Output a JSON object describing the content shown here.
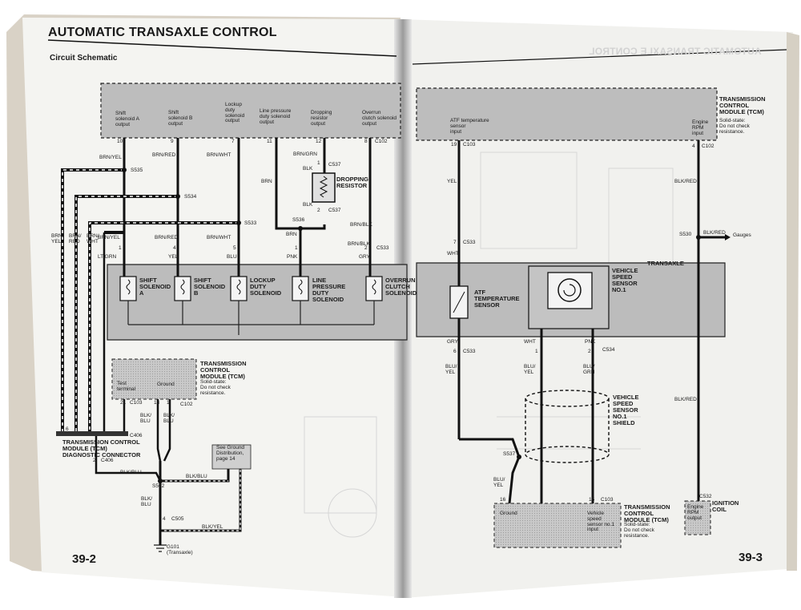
{
  "left_page": {
    "title": "AUTOMATIC TRANSAXLE CONTROL",
    "subtitle": "Circuit Schematic",
    "page_number": "39-2",
    "module_outputs": [
      "Shift\nsolenoid A\noutput",
      "Shift\nsolenoid B\noutput",
      "Lockup\nduty\nsolenoid\noutput",
      "Line pressure\nduty solenoid\noutput",
      "Dropping\nresistor\noutput",
      "Overrun\nclutch solenoid\noutput"
    ],
    "pin_numbers": [
      "10",
      "9",
      "7",
      "11",
      "12",
      "8"
    ],
    "connector_c102": "C102",
    "wire_labels": {
      "brn_yel": "BRN/YEL",
      "brn_red": "BRN/RED",
      "brn_wht": "BRN/WHT",
      "brn": "BRN",
      "brn_grn": "BRN/GRN",
      "blk": "BLK",
      "blk2": "BLK",
      "brn_blk": "BRN/BLK",
      "brn_yel2": "BRN/YEL",
      "brn_red2": "BRN/RED",
      "brn_wht2": "BRN/WHT",
      "brn2": "BRN",
      "brn_blk2": "BRN/BLK",
      "brn_yel_side": "BRN/\nYEL",
      "brn_red_side": "BRN/\nRED",
      "brn_wht_side": "BRN/\nWHT",
      "lt_grn": "LT GRN",
      "yel": "YEL",
      "blu": "BLU",
      "pnk": "PNK",
      "gry": "GRY"
    },
    "splices": [
      "S535",
      "S534",
      "S533",
      "S536"
    ],
    "connector_c537_a": "C537",
    "connector_c537_b": "C537",
    "c537_pin1": "1",
    "c537_pin2": "2",
    "dropping_resistor": "DROPPING\nRESISTOR",
    "solenoid_pins": [
      "1",
      "4",
      "5",
      "1",
      "2"
    ],
    "connector_c533": "C533",
    "solenoids": [
      "SHIFT\nSOLENOID\nA",
      "SHIFT\nSOLENOID\nB",
      "LOCKUP\nDUTY\nSOLENOID",
      "LINE\nPRESSURE\nDUTY\nSOLENOID",
      "OVERRUN\nCLUTCH\nSOLENOID"
    ],
    "tcm_box": {
      "title": "TRANSMISSION\nCONTROL\nMODULE (TCM)",
      "note": "Solid-state:\nDo not check\nresistance.",
      "test_terminal": "Test\nterminal",
      "ground": "Ground",
      "pins": [
        "21",
        "C103",
        "13",
        "1"
      ],
      "connector": "C102"
    },
    "diag_connector": {
      "label": "TRANSMISSION CONTROL\nMODULE (TCM)\nDIAGNOSTIC CONNECTOR",
      "connector": "C406",
      "pin6": "6",
      "pin2": "2",
      "c406_b": "C406"
    },
    "ground_wires": {
      "blk_blu_1": "BLK/\nBLU",
      "blk_blu_2": "BLK/\nBLU",
      "blk_blu_3": "BLK/BLU",
      "blk_blu_4": "BLK/BLU",
      "blk_blu_5": "BLK/\nBLU",
      "blk_yel": "BLK/YEL",
      "splice": "S502",
      "connector": "C505",
      "pin4": "4",
      "ground": "G101\n(Transaxle)",
      "see_ground": "See Ground\nDistribution,\npage 14"
    }
  },
  "right_page": {
    "header_ghost": "AUTOMATIC TRANSAXLE CONTROL",
    "page_number": "39-3",
    "tcm_top": {
      "title": "TRANSMISSION\nCONTROL\nMODULE (TCM)",
      "note": "Solid-state:\nDo not check\nresistance.",
      "atf_input": "ATF temperature\nsensor\ninput",
      "pin19": "19",
      "c103": "C103",
      "rpm_input": "Engine\nRPM\ninput",
      "pin4": "4",
      "c102": "C102"
    },
    "wires": {
      "yel": "YEL",
      "blk_red": "BLK/RED",
      "blk_red_2": "BLK/RED",
      "blk_red_3": "BLK/RED",
      "wht": "WHT",
      "wht_2": "WHT",
      "gry": "GRY",
      "pnk": "PNK",
      "blu_yel": "BLU/\nYEL",
      "blu_yel_2": "BLU/\nYEL",
      "blu_yel_3": "BLU/\nYEL",
      "blu_grn": "BLU/\nGRN"
    },
    "splice_s530": "S530",
    "gauges": "Gauges",
    "connector_c533": "C533",
    "connector_c533_b": "C533",
    "connector_c534": "C534",
    "pin7": "7",
    "pin6": "6",
    "pin1": "1",
    "pin2": "2",
    "transaxle": "TRANSAXLE",
    "atf_sensor": "ATF\nTEMPERATURE\nSENSOR",
    "vss": "VEHICLE\nSPEED\nSENSOR\nNO.1",
    "vss_shield": "VEHICLE\nSPEED\nSENSOR\nNO.1\nSHIELD",
    "splice_s537": "S537",
    "tcm_bottom": {
      "title": "TRANSMISSION\nCONTROL\nMODULE (TCM)",
      "note": "Solid-state:\nDo not check\nresistance.",
      "ground": "Ground",
      "vss_input": "Vehicle\nspeed\nsensor no.1\ninput",
      "pin16": "16",
      "pin15": "15",
      "c103": "C103"
    },
    "ignition": {
      "label": "IGNITION\nCOIL",
      "rpm_output": "Engine\nRPM\noutput",
      "c532": "C532"
    }
  }
}
